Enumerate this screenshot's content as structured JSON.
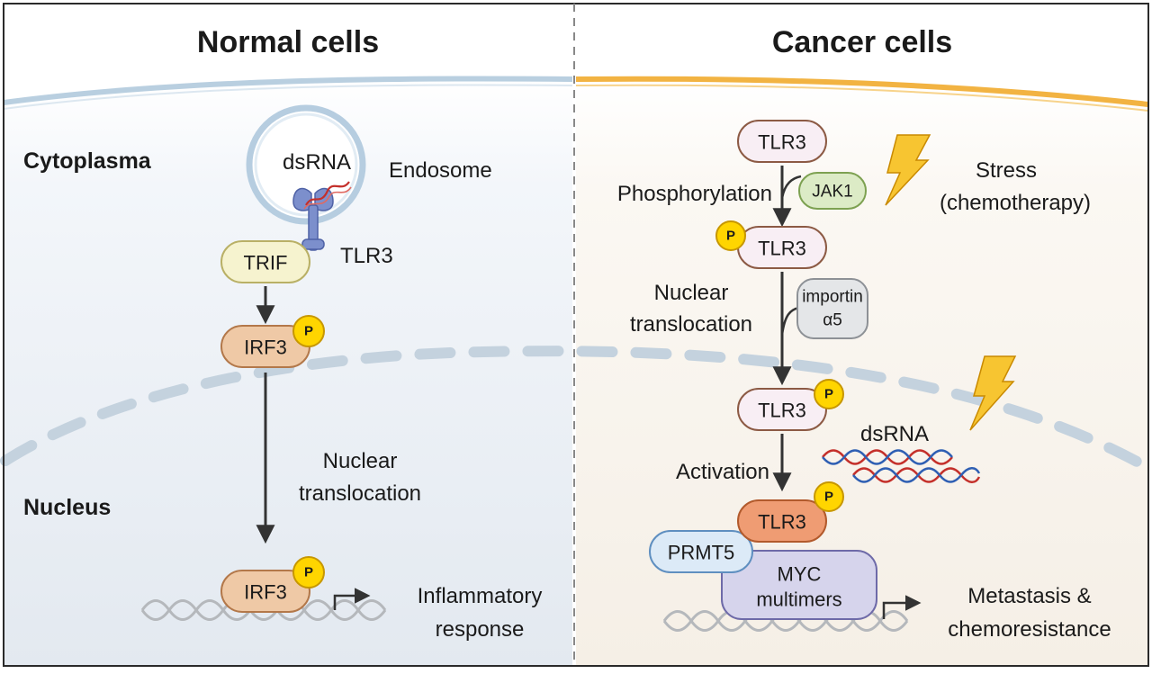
{
  "panels": {
    "normal": {
      "title": "Normal cells",
      "cytoplasm_label": "Cytoplasma",
      "nucleus_label": "Nucleus",
      "dsrna_label": "dsRNA",
      "endosome_label": "Endosome",
      "tlr3_label": "TLR3",
      "trif_label": "TRIF",
      "irf3_label": "IRF3",
      "irf3_bottom_label": "IRF3",
      "phospho_badge": "P",
      "translocation_line1": "Nuclear",
      "translocation_line2": "translocation",
      "response_line1": "Inflammatory",
      "response_line2": "response"
    },
    "cancer": {
      "title": "Cancer cells",
      "tlr3_top": "TLR3",
      "jak1": "JAK1",
      "phosphorylation": "Phosphorylation",
      "stress_line1": "Stress",
      "stress_line2": "(chemotherapy)",
      "tlr3_phospho": "TLR3",
      "phospho_badge": "P",
      "translocation_line1": "Nuclear",
      "translocation_line2": "translocation",
      "importin_line1": "importin",
      "importin_line2": "α5",
      "tlr3_nuclear": "TLR3",
      "dsrna_label": "dsRNA",
      "activation": "Activation",
      "tlr3_active": "TLR3",
      "prmt5": "PRMT5",
      "myc_line1": "MYC",
      "myc_line2": "multimers",
      "outcome_line1": "Metastasis &",
      "outcome_line2": "chemoresistance"
    }
  },
  "colors": {
    "normal_membrane": "#b9cfe0",
    "cancer_membrane": "#f2b342",
    "nuclear_envelope": "#c4d2de",
    "trif_fill": "#f6f3cf",
    "irf3_fill": "#efc9a6",
    "tlr3_fill": "#f8eef4",
    "jak1_fill": "#dcebc6",
    "importin_fill": "#e4e6e8",
    "tlr3_active_fill": "#ef9c73",
    "prmt5_fill": "#dceaf7",
    "myc_fill": "#d6d4ec",
    "phospho_fill": "#ffd500",
    "receptor_blue": "#7c8fcc"
  },
  "icons": [
    "lightning-bolt-icon",
    "lightning-bolt-icon",
    "dna-helix-icon",
    "dsrna-helix-icon",
    "tlr3-receptor-icon"
  ]
}
